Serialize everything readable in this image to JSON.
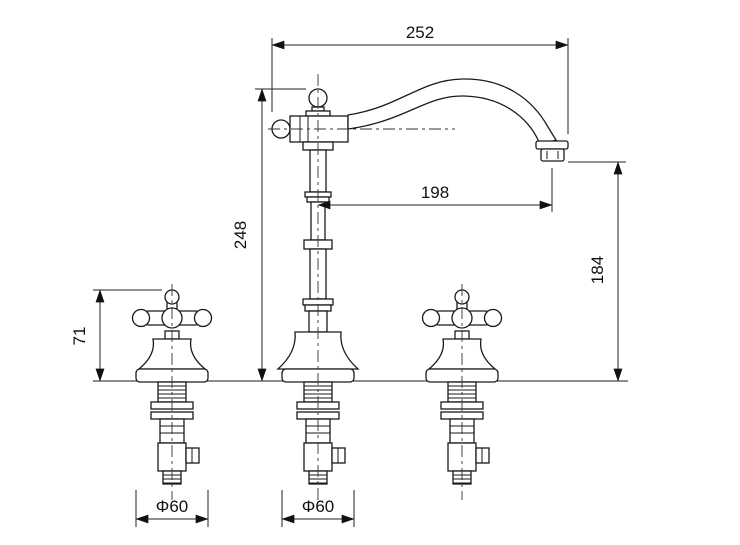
{
  "drawing": {
    "dimensions": {
      "top_width": "252",
      "spout_reach": "198",
      "total_height": "248",
      "outlet_height": "184",
      "handle_height": "71",
      "left_base_diameter": "Φ60",
      "center_base_diameter": "Φ60"
    }
  }
}
